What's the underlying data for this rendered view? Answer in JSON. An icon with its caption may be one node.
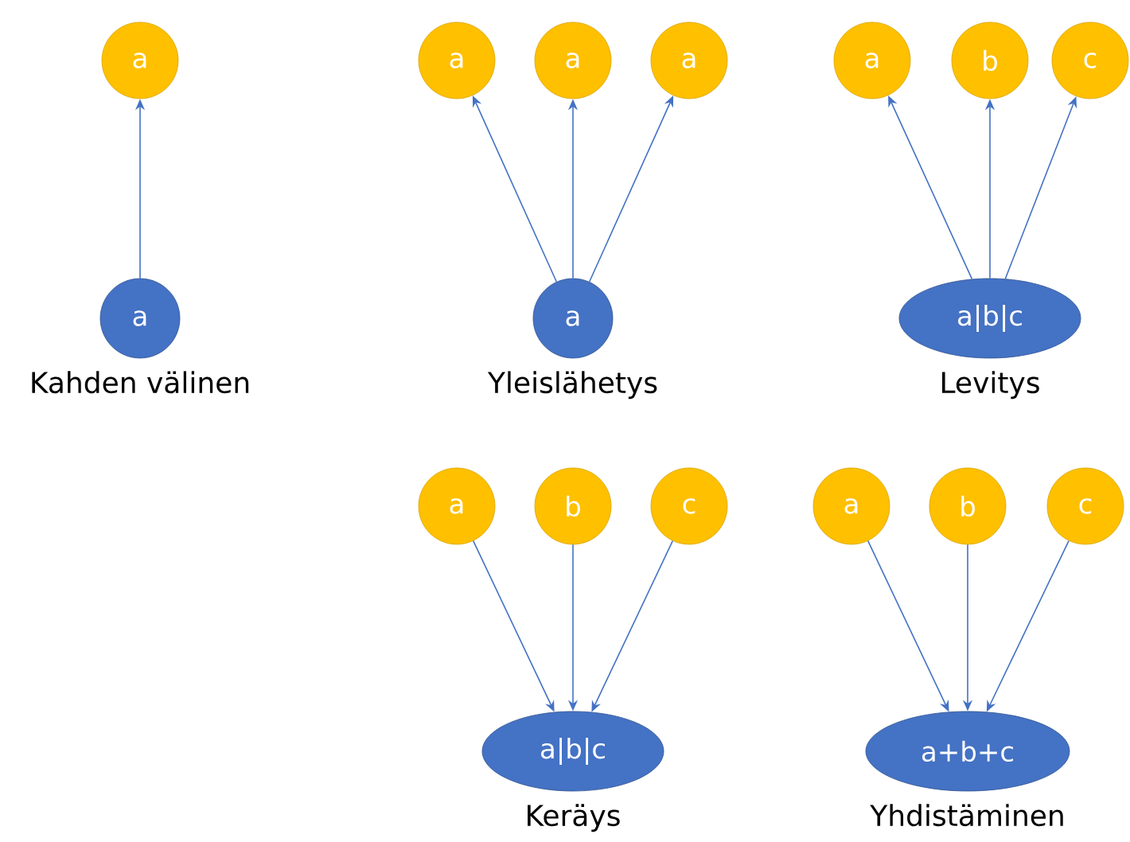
{
  "diagram": {
    "nodes": [
      {
        "text": [
          "a"
        ]
      },
      {
        "text": [
          "a"
        ],
        "beside": [
          "Kahden välinen"
        ]
      },
      {
        "text": [
          "a"
        ]
      },
      {
        "text": [
          "a"
        ]
      },
      {
        "text": [
          "a"
        ]
      },
      {
        "text": [
          "a"
        ],
        "beside": [
          "Yleislähetys"
        ]
      },
      {
        "text": [
          "a"
        ]
      },
      {
        "text": [
          "b"
        ]
      },
      {
        "text": [
          "c"
        ]
      },
      {
        "text": [
          "a|b|c"
        ],
        "beside": [
          "Levitys"
        ]
      },
      {
        "text": [
          "a"
        ]
      },
      {
        "text": [
          "b"
        ]
      },
      {
        "text": [
          "c"
        ]
      },
      {
        "text": [
          "a|b|c"
        ],
        "beside": [
          "Keräys"
        ]
      },
      {
        "text": [
          "a"
        ]
      },
      {
        "text": [
          "b"
        ]
      },
      {
        "text": [
          "c"
        ]
      },
      {
        "text": [
          "a+b+c"
        ],
        "beside": [
          "Yhdistäminen"
        ]
      }
    ],
    "edges": [
      {
        "from": 1,
        "to": 0,
        "arrow": "to"
      },
      {
        "from": 5,
        "to": 2,
        "arrow": "to"
      },
      {
        "from": 5,
        "to": 3,
        "arrow": "to"
      },
      {
        "from": 5,
        "to": 4,
        "arrow": "to"
      },
      {
        "from": 9,
        "to": 6,
        "arrow": "to"
      },
      {
        "from": 9,
        "to": 7,
        "arrow": "to"
      },
      {
        "from": 9,
        "to": 8,
        "arrow": "to"
      },
      {
        "from": 10,
        "to": 13,
        "arrow": "to"
      },
      {
        "from": 11,
        "to": 13,
        "arrow": "to"
      },
      {
        "from": 12,
        "to": 13,
        "arrow": "to"
      },
      {
        "from": 14,
        "to": 17,
        "arrow": "to"
      },
      {
        "from": 15,
        "to": 17,
        "arrow": "to"
      },
      {
        "from": 16,
        "to": 17,
        "arrow": "to"
      }
    ]
  }
}
